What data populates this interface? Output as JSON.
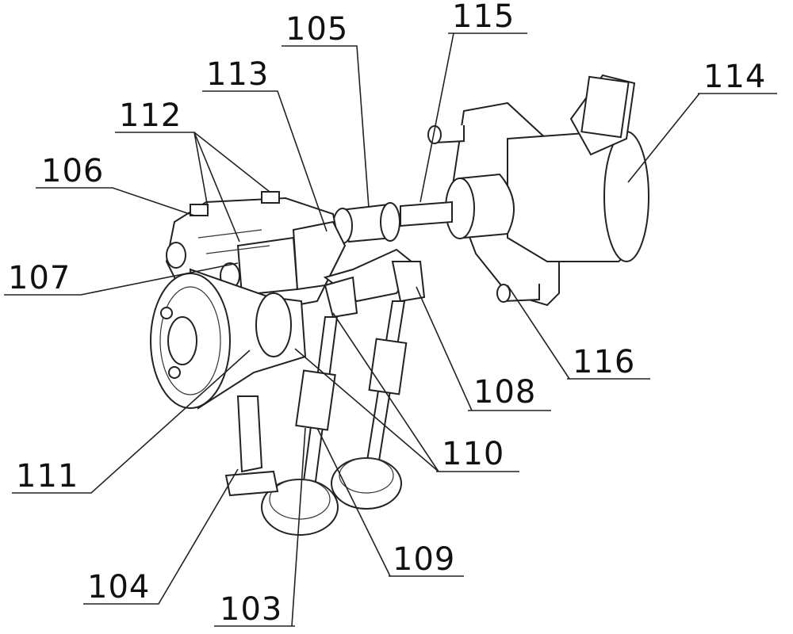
{
  "figure": {
    "labels": {
      "l103": "103",
      "l104": "104",
      "l105": "105",
      "l106": "106",
      "l107": "107",
      "l108": "108",
      "l109": "109",
      "l110": "110",
      "l111": "111",
      "l112": "112",
      "l113": "113",
      "l114": "114",
      "l115": "115",
      "l116": "116"
    },
    "colors": {
      "line": "#222222",
      "background": "#ffffff"
    }
  }
}
